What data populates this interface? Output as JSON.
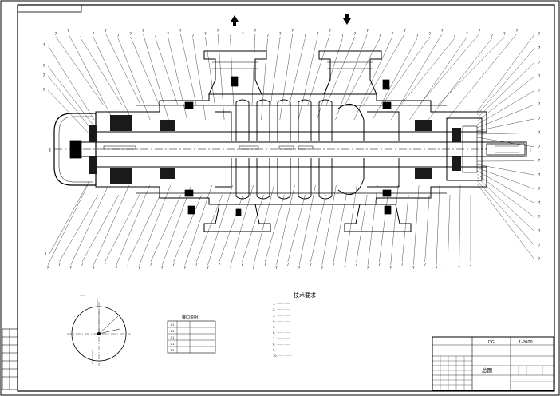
{
  "callouts_top": [
    "7",
    "7",
    "7",
    "7",
    "7",
    "7",
    "7",
    "7",
    "7",
    "7",
    "7",
    "7",
    "7",
    "7",
    "7",
    "7",
    "7",
    "7",
    "7",
    "7",
    "7",
    "7",
    "7",
    "7",
    "7",
    "7",
    "7",
    "7",
    "7",
    "7",
    "7",
    "7",
    "7",
    "7",
    "7",
    "7",
    "7",
    "7"
  ],
  "callouts_left": [
    "7",
    "7",
    "7",
    "7"
  ],
  "callouts_right": [
    "7",
    "7",
    "7",
    "7",
    "7",
    "7",
    "7",
    "7",
    "7",
    "7",
    "7",
    "7",
    "7",
    "7",
    "7",
    "7",
    "7"
  ],
  "callouts_bottom": [
    "7",
    "7",
    "7",
    "7",
    "7",
    "7",
    "7",
    "7",
    "7",
    "7",
    "7",
    "7",
    "7",
    "7",
    "7",
    "7",
    "7",
    "7",
    "7",
    "7",
    "7",
    "7",
    "7",
    "7",
    "7",
    "7",
    "7",
    "7",
    "7",
    "7",
    "7",
    "7",
    "7",
    "7",
    "7",
    "7",
    "7",
    "7"
  ],
  "axis_label_left": "I",
  "axis_label_right": "I",
  "notes_title": "技术要求",
  "notes": [
    "1. ················",
    "2. ················",
    "3. ················",
    "4. ················",
    "5. ················",
    "6. ················",
    "7. ················",
    "8. ················",
    "9. ················",
    "10. ················"
  ],
  "port_table_title": "接口说明",
  "port_rows": [
    {
      "code": "A1",
      "desc": ""
    },
    {
      "code": "B1",
      "desc": ""
    },
    {
      "code": "C1",
      "desc": ""
    },
    {
      "code": "D1",
      "desc": ""
    },
    {
      "code": "E1",
      "desc": ""
    }
  ],
  "title_block": {
    "name": "DG",
    "drawing_title": "总图",
    "code": "1-2000"
  }
}
